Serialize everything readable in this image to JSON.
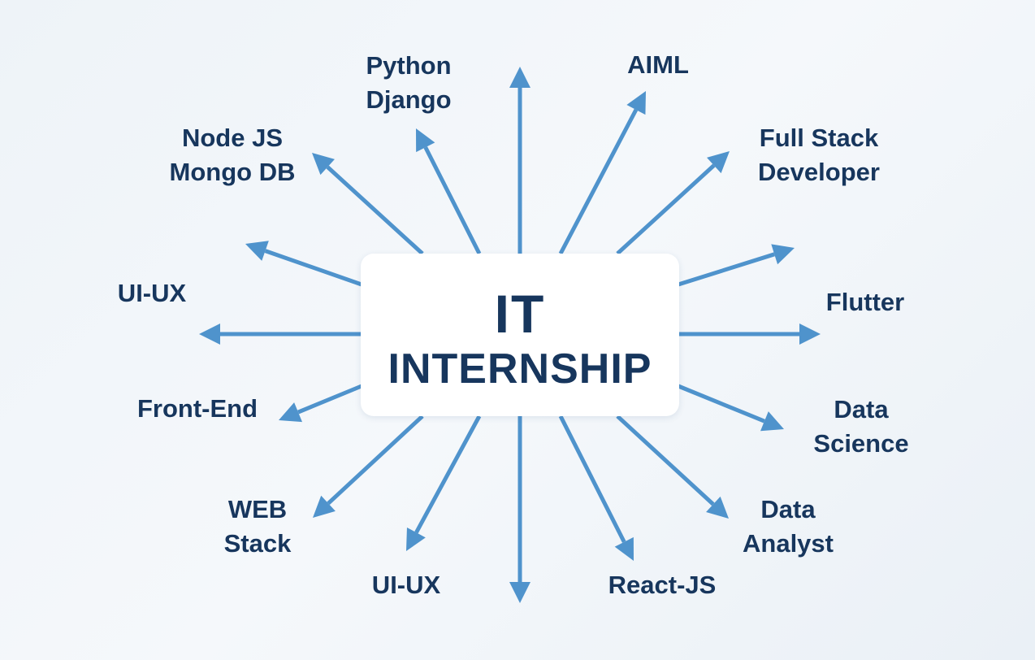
{
  "colors": {
    "arrow": "#4f93cc",
    "text": "#17365d",
    "box": "#ffffff"
  },
  "center": {
    "line1": "IT",
    "line2": "INTERNSHIP"
  },
  "labels": [
    {
      "id": "python-django",
      "lines": [
        "Python",
        "Django"
      ]
    },
    {
      "id": "aiml",
      "lines": [
        "AIML"
      ]
    },
    {
      "id": "full-stack-developer",
      "lines": [
        "Full Stack",
        "Developer"
      ]
    },
    {
      "id": "nodejs-mongodb",
      "lines": [
        "Node JS",
        "Mongo DB"
      ]
    },
    {
      "id": "ui-ux-left",
      "lines": [
        "UI-UX"
      ]
    },
    {
      "id": "front-end",
      "lines": [
        "Front-End"
      ]
    },
    {
      "id": "web-stack",
      "lines": [
        "WEB",
        "Stack"
      ]
    },
    {
      "id": "ui-ux-bottom",
      "lines": [
        "UI-UX"
      ]
    },
    {
      "id": "react-js",
      "lines": [
        "React-JS"
      ]
    },
    {
      "id": "data-analyst",
      "lines": [
        "Data",
        "Analyst"
      ]
    },
    {
      "id": "data-science",
      "lines": [
        "Data",
        "Science"
      ]
    },
    {
      "id": "flutter",
      "lines": [
        "Flutter"
      ]
    }
  ]
}
